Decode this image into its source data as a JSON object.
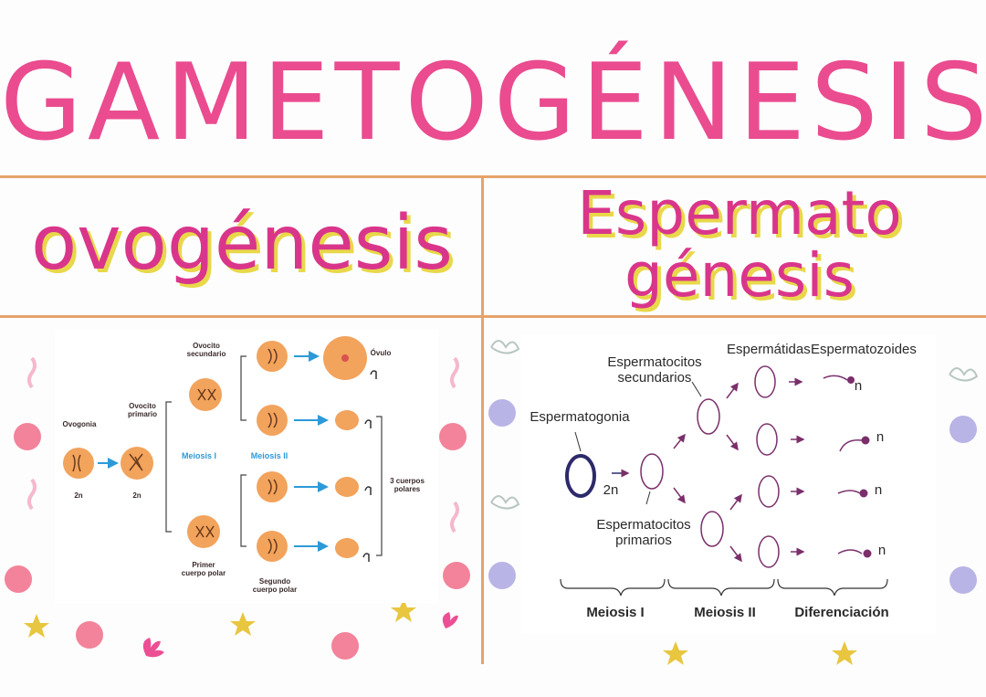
{
  "title": "GAMETOGÉNESIS",
  "sections": {
    "ovogenesis_title": "ovogénesis",
    "espermatogenesis_title_line1": "Espermato",
    "espermatogenesis_title_line2": "génesis"
  },
  "ovogenesis": {
    "ovogonia": "Ovogonia",
    "ovocito_primario": "Ovocito\nprimario",
    "ovocito_secundario": "Ovocito\nsecundario",
    "ovulo": "Óvulo",
    "meiosis_1": "Meiosis I",
    "meiosis_2": "Meiosis II",
    "primer_cuerpo_polar": "Primer\ncuerpo polar",
    "segundo_cuerpo_polar": "Segundo\ncuerpo polar",
    "tres_cuerpos_polares": "3 cuerpos\npolares",
    "label_2n_a": "2n",
    "label_2n_b": "2n",
    "label_n": "n"
  },
  "espermatogenesis": {
    "espermatogonia": "Espermatogonia",
    "espermatocitos_primarios": "Espermatocitos\nprimarios",
    "espermatocitos_secundarios": "Espermatocitos\nsecundarios",
    "espermatidas": "Espermátidas",
    "espermatozoides": "Espermatozoides",
    "meiosis_1": "Meiosis I",
    "meiosis_2": "Meiosis II",
    "diferenciacion": "Diferenciación",
    "label_2n": "2n",
    "label_n": "n"
  },
  "colors": {
    "title_pink": "#ea4c8f",
    "section_magenta": "#d9368b",
    "section_shadow_yellow": "#e8d84a",
    "rule_orange": "#e6a36a",
    "cell_orange": "#f2a35c",
    "meiosis_blue": "#2d9ad8",
    "sperm_purple": "#7a2f6b",
    "dot_pink": "#f3839a",
    "dot_lavender": "#b9b4e6",
    "star_yellow": "#e8c640"
  }
}
